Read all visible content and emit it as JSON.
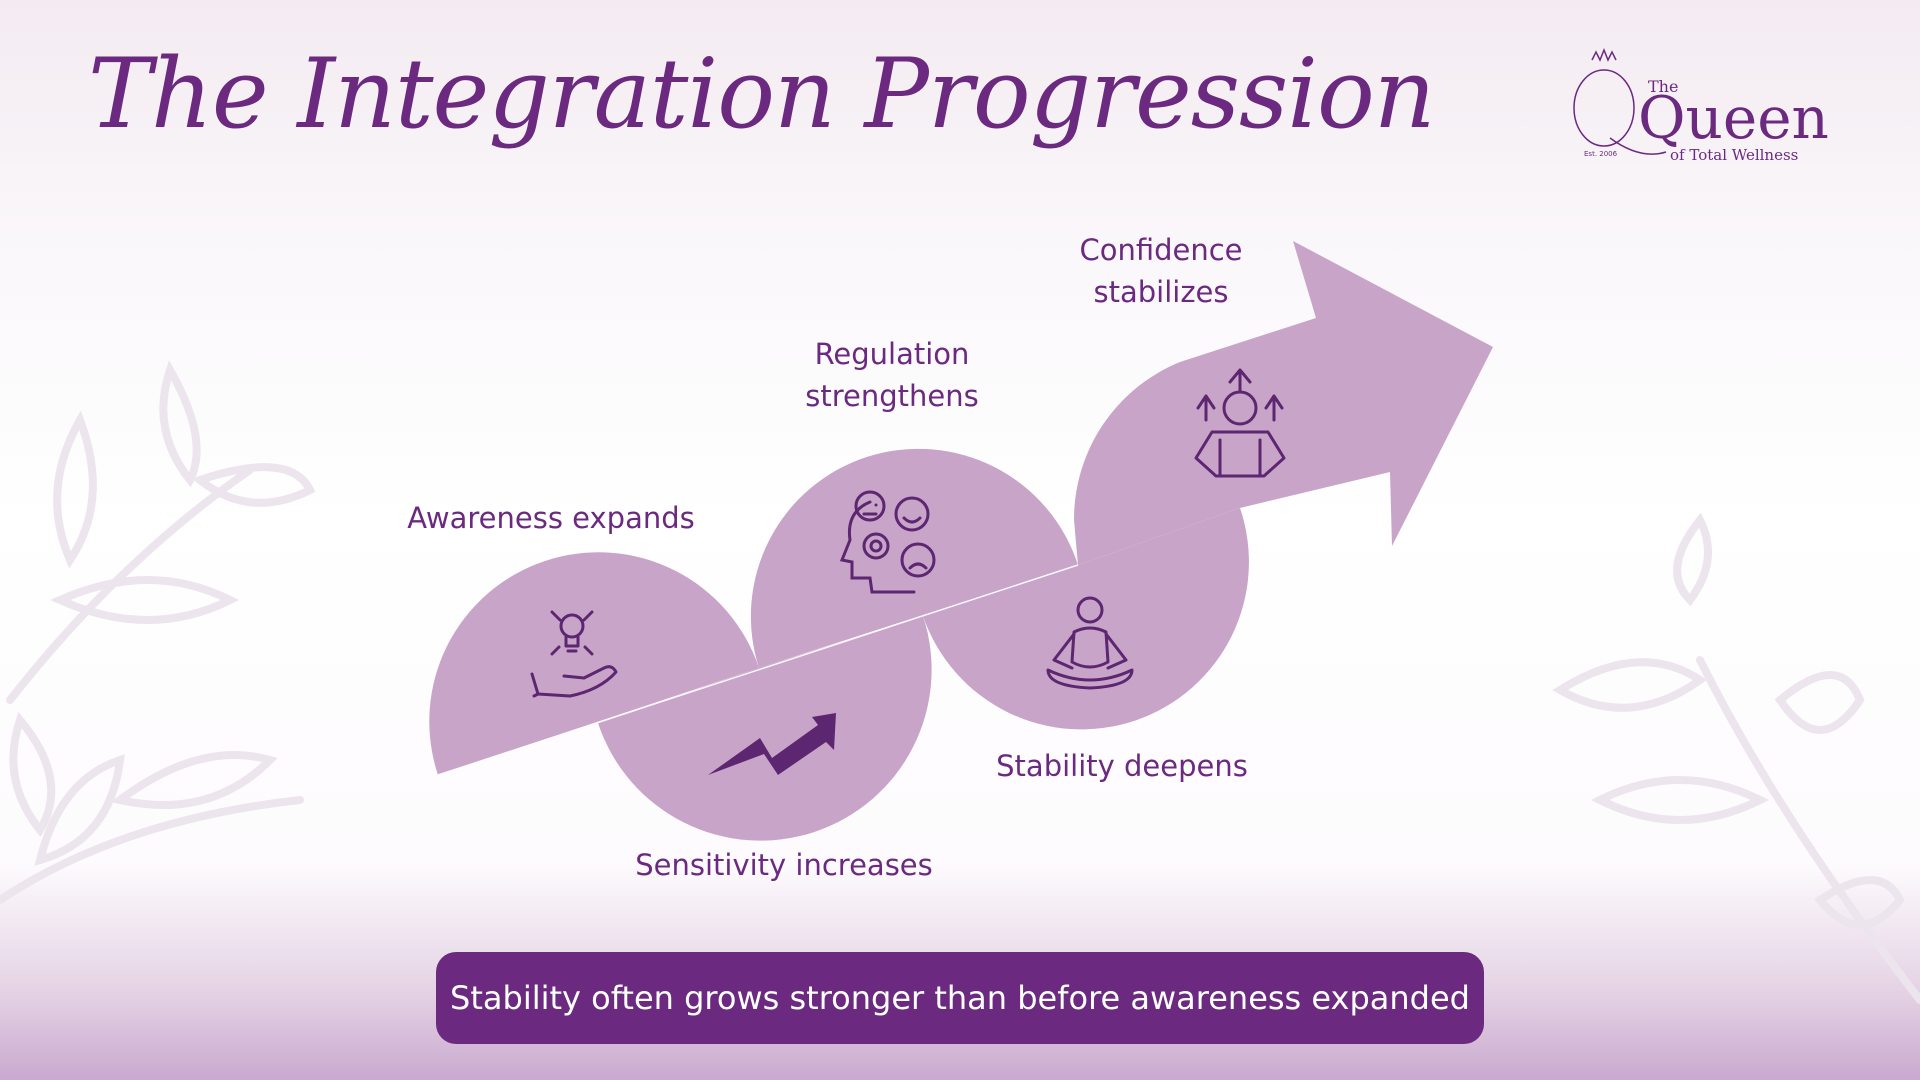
{
  "title": "The Integration Progression",
  "logo": {
    "the": "The",
    "queen": "Queen",
    "tagline": "of Total Wellness",
    "est": "Est. 2006"
  },
  "stages": [
    {
      "label": "Awareness expands",
      "icon": "lightbulb-hand-icon"
    },
    {
      "label": "Sensitivity increases",
      "icon": "trend-up-arrow-icon"
    },
    {
      "label": "Regulation\nstrengthens",
      "icon": "head-emotions-icon"
    },
    {
      "label": "Stability deepens",
      "icon": "meditation-icon"
    },
    {
      "label": "Confidence\nstabilizes",
      "icon": "person-arrows-up-icon"
    }
  ],
  "banner": "Stability often grows stronger than before awareness expanded",
  "colors": {
    "accent": "#6b2a80",
    "shape_fill": "#c8a4c9",
    "leaf_outline": "#ece4ec"
  }
}
